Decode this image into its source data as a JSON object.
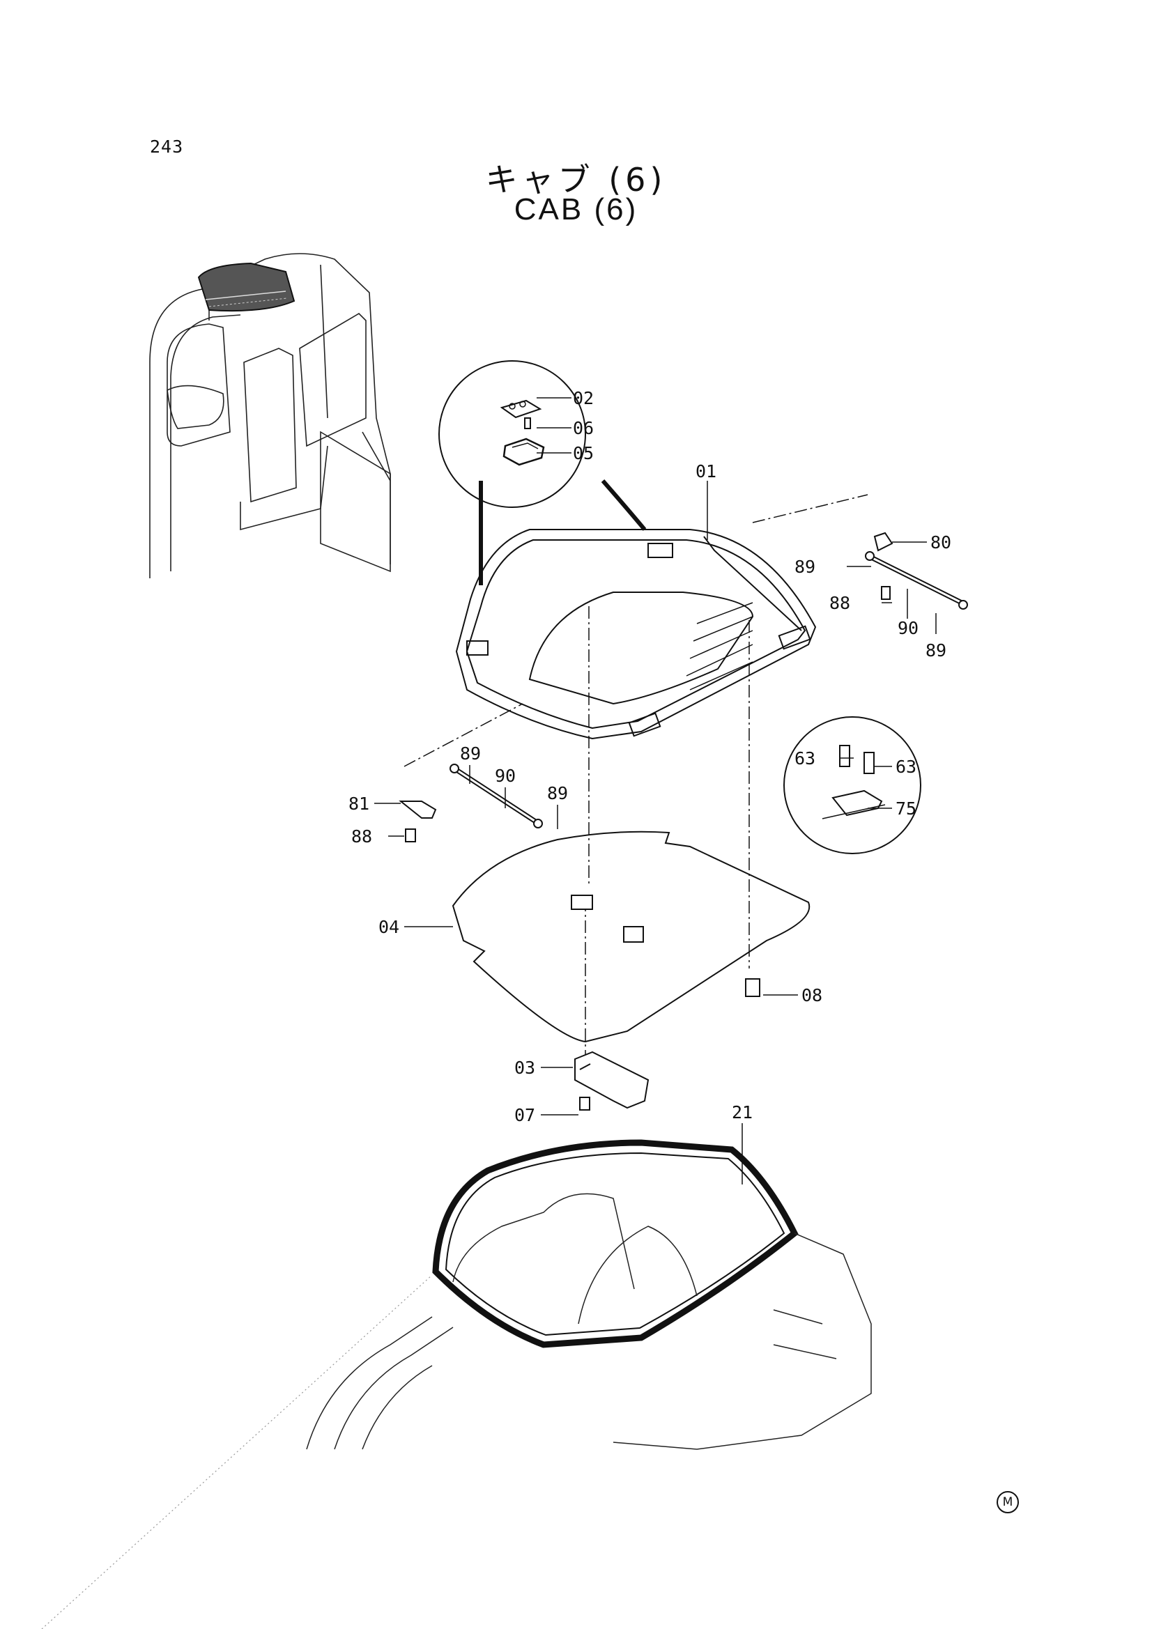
{
  "page_number": "243",
  "title_jp": "キャブ (6)",
  "title_en": "CAB (6)",
  "corner_mark": "M",
  "callouts": [
    {
      "id": "c01",
      "label": "01"
    },
    {
      "id": "c02",
      "label": "02"
    },
    {
      "id": "c03",
      "label": "03"
    },
    {
      "id": "c04",
      "label": "04"
    },
    {
      "id": "c05",
      "label": "05"
    },
    {
      "id": "c06",
      "label": "06"
    },
    {
      "id": "c07",
      "label": "07"
    },
    {
      "id": "c08",
      "label": "08"
    },
    {
      "id": "c21",
      "label": "21"
    },
    {
      "id": "c63a",
      "label": "63"
    },
    {
      "id": "c63b",
      "label": "63"
    },
    {
      "id": "c75",
      "label": "75"
    },
    {
      "id": "c80",
      "label": "80"
    },
    {
      "id": "c81",
      "label": "81"
    },
    {
      "id": "c88a",
      "label": "88"
    },
    {
      "id": "c88b",
      "label": "88"
    },
    {
      "id": "c89a",
      "label": "89"
    },
    {
      "id": "c89b",
      "label": "89"
    },
    {
      "id": "c89c",
      "label": "89"
    },
    {
      "id": "c89d",
      "label": "89"
    },
    {
      "id": "c90a",
      "label": "90"
    },
    {
      "id": "c90b",
      "label": "90"
    }
  ]
}
